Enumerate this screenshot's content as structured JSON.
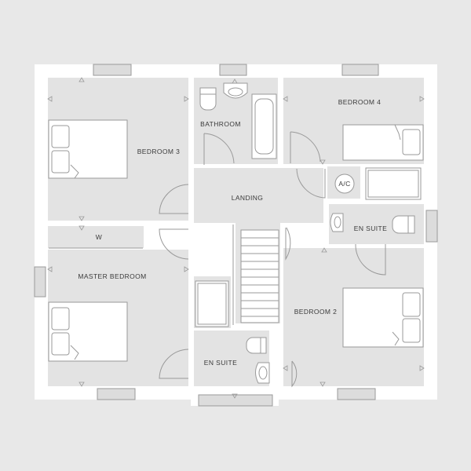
{
  "rooms": {
    "bedroom3": "Bedroom 3",
    "bathroom": "BATHROOM",
    "bedroom4": "Bedroom 4",
    "landing": "LANDING",
    "ac": "A/C",
    "ensuite_right": "EN SUITE",
    "wardrobe": "W",
    "master": "MASTER BEDROOM",
    "bedroom2": "Bedroom 2",
    "ensuite_bottom": "EN SUITE"
  }
}
